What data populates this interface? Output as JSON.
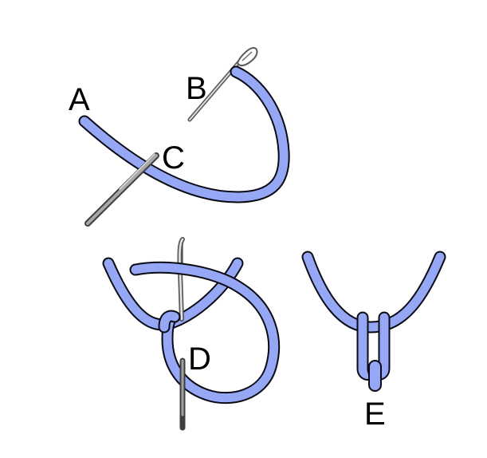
{
  "labels": {
    "a": "A",
    "b": "B",
    "c": "C",
    "d": "D",
    "e": "E"
  },
  "colors": {
    "thread": "#96A8F5",
    "thread_outline": "#0A0A14",
    "needle_dark": "#505050",
    "needle_light": "#E6E6E6",
    "background": "#FFFFFF"
  },
  "icons": {
    "needle": "sewing-needle-icon",
    "thread": "thread-strand-icon"
  }
}
